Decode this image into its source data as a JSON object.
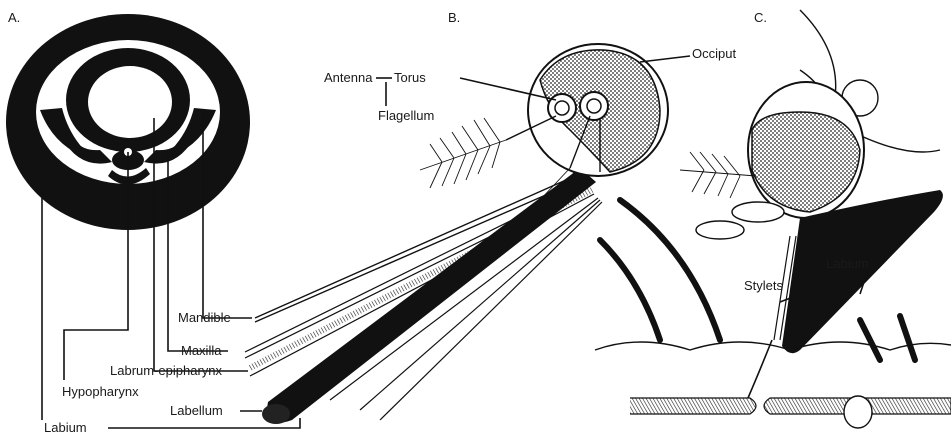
{
  "panels": {
    "a": "A.",
    "b": "B.",
    "c": "C."
  },
  "labels": {
    "mandible": "Mandible",
    "maxilla": "Maxilla",
    "labrum_epipharynx": "Labrum-epipharynx",
    "hypopharynx": "Hypopharynx",
    "labellum": "Labellum",
    "labium_a": "Labium",
    "antenna": "Antenna",
    "torus": "Torus",
    "flagellum": "Flagellum",
    "occiput": "Occiput",
    "labium_c": "Labium",
    "stylets": "Stylets"
  },
  "colors": {
    "ink": "#111111",
    "background": "#ffffff",
    "stippled_eye": "#444444"
  }
}
